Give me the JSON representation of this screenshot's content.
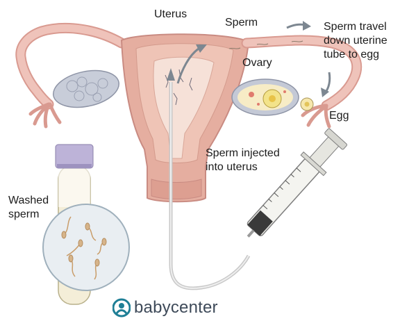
{
  "labels": {
    "uterus": "Uterus",
    "sperm": "Sperm",
    "travel_1": "Sperm travel",
    "travel_2": "down uterine",
    "travel_3": "tube to egg",
    "ovary": "Ovary",
    "egg": "Egg",
    "injected_1": "Sperm injected",
    "injected_2": "into uterus",
    "washed_1": "Washed",
    "washed_2": "sperm"
  },
  "brand": {
    "name": "babycenter",
    "icon": "babycenter-logo-icon"
  },
  "colors": {
    "tissue": "#eebfb6",
    "tissue_dark": "#c98b82",
    "uterus_wall": "#e2a899",
    "cavity": "#f4ded6",
    "ovary_fill": "#c4c9d6",
    "egg_fill": "#f3e38a",
    "arrow": "#7d8791",
    "syringe_dark": "#3a3a3a",
    "brand_teal": "#1f7f96"
  }
}
